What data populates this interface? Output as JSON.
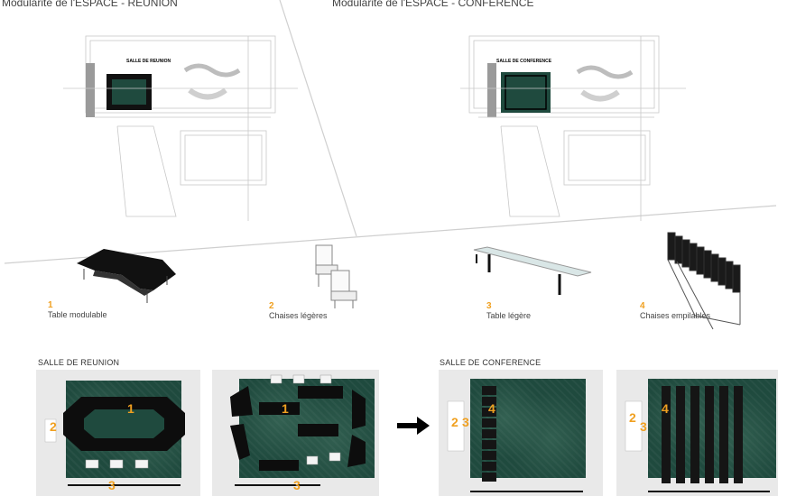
{
  "headings": {
    "reunion": "Modularite de l'ESPACE - REUNION",
    "conference": "Modularite de l'ESPACE - CONFERENCE"
  },
  "plans": {
    "reunion_label": "SALLE DE REUNION",
    "conference_label": "SALLE DE CONFERENCE"
  },
  "furniture": [
    {
      "number": "1",
      "caption": "Table modulable",
      "icon": "modular-table-icon"
    },
    {
      "number": "2",
      "caption": "Chaises légères",
      "icon": "light-chairs-icon"
    },
    {
      "number": "3",
      "caption": "Table légère",
      "icon": "glass-table-icon"
    },
    {
      "number": "4",
      "caption": "Chaises empilables",
      "icon": "stacking-chairs-icon"
    }
  ],
  "sections": {
    "reunion": "SALLE DE REUNION",
    "conference": "SALLE DE CONFERENCE"
  },
  "layout_markers": {
    "r1": [
      "1",
      "2",
      "3"
    ],
    "r2": [
      "1",
      "3"
    ],
    "c1": [
      "4",
      "2",
      "3"
    ],
    "c2": [
      "4",
      "2",
      "3"
    ]
  },
  "colors": {
    "accent_number": "#f0a020",
    "rug": "#1f4a3e",
    "furniture": "#111111"
  }
}
